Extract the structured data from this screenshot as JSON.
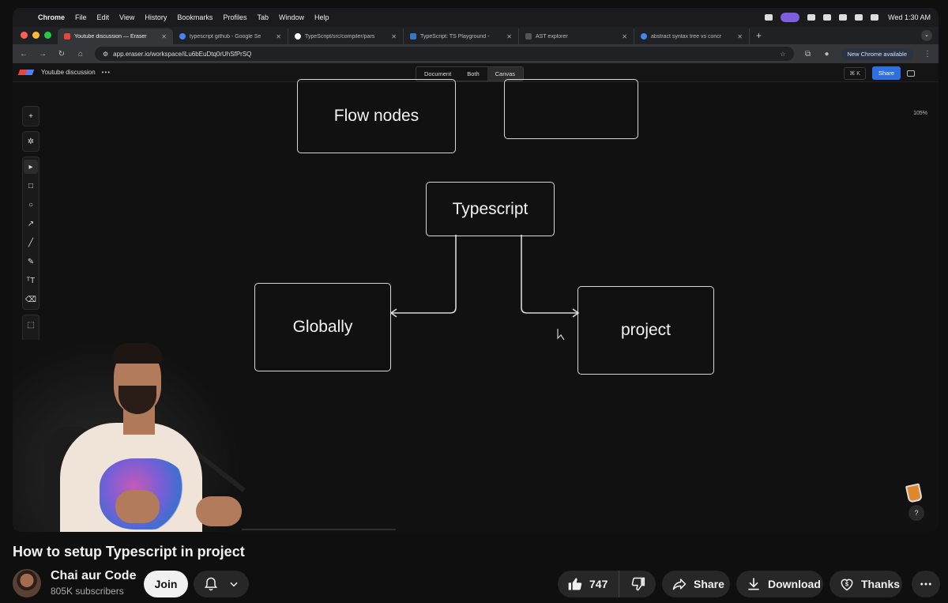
{
  "macos": {
    "app": "Chrome",
    "menus": [
      "File",
      "Edit",
      "View",
      "History",
      "Bookmarks",
      "Profiles",
      "Tab",
      "Window",
      "Help"
    ],
    "clock": "Wed 1:30 AM"
  },
  "browser": {
    "tabs": [
      {
        "label": "Youtube discussion — Eraser",
        "favicon_color": "#e6463c"
      },
      {
        "label": "typescript github - Google Se",
        "favicon_color": "#4285f4"
      },
      {
        "label": "TypeScript/src/compiler/pars",
        "favicon_color": "#ffffff"
      },
      {
        "label": "TypeScript: TS Playground - ",
        "favicon_color": "#3178c6"
      },
      {
        "label": "AST explorer",
        "favicon_color": "#555555"
      },
      {
        "label": "abstract syntax tree vs concr",
        "favicon_color": "#4285f4"
      }
    ],
    "url": "app.eraser.io/workspace/iLu6bEuDtq0rUhSfPrSQ",
    "new_chrome": "New Chrome available"
  },
  "eraser": {
    "doc_title": "Youtube discussion",
    "view_modes": [
      "Document",
      "Both",
      "Canvas"
    ],
    "active_view": "Canvas",
    "shortcut": "⌘ K",
    "share": "Share",
    "zoom": "105%",
    "help": "?"
  },
  "diagram": {
    "nodes": {
      "flow_nodes": "Flow nodes",
      "blank": "",
      "typescript": "Typescript",
      "globally": "Globally",
      "project": "project"
    }
  },
  "video": {
    "title": "How to setup Typescript in project",
    "channel": "Chai aur Code",
    "subscribers": "805K subscribers",
    "join": "Join",
    "likes": "747",
    "share": "Share",
    "download": "Download",
    "thanks": "Thanks"
  },
  "colors": {
    "background": "#0f0f0f",
    "pill": "#272727",
    "eraser_share": "#2f6fe0"
  }
}
